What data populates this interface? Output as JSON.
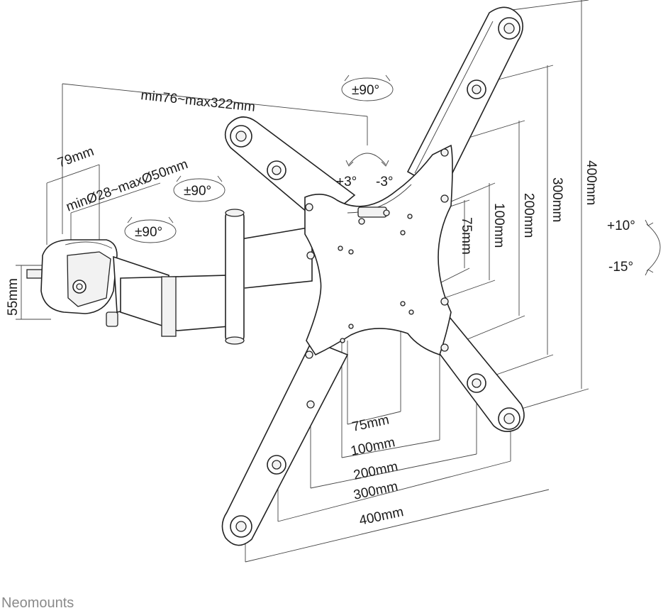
{
  "brand": "Neomounts",
  "dims": {
    "arm_reach": "min76~max322mm",
    "clamp_depth": "79mm",
    "pole_diameter": "minØ28~maxØ50mm",
    "clamp_height": "55mm",
    "rot_top": "±90°",
    "rot_mid": "±90°",
    "rot_arm": "±90°",
    "tilt_plus": "+3°",
    "tilt_minus": "-3°",
    "tilt_up": "+10°",
    "tilt_down": "-15°",
    "v400": "400mm",
    "v300": "300mm",
    "v200": "200mm",
    "v100": "100mm",
    "v75": "75mm",
    "h75": "75mm",
    "h100": "100mm",
    "h200": "200mm",
    "h300": "300mm",
    "h400": "400mm"
  }
}
